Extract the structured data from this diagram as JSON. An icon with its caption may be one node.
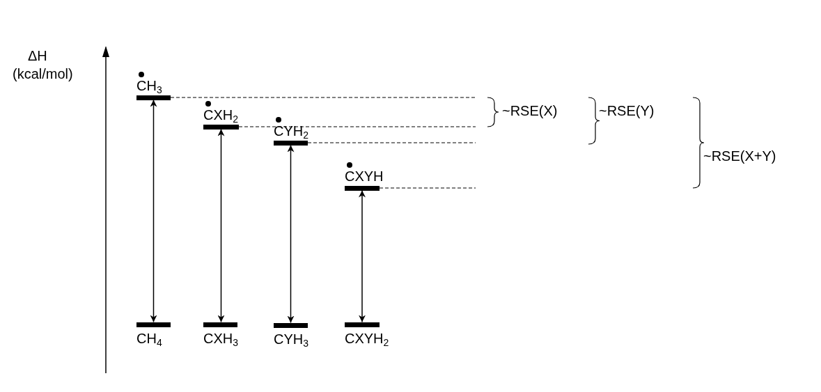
{
  "diagram": {
    "nodes": [
      {
        "text": [
          "CH$_{3}$"
        ]
      },
      {
        "text": [
          "CXH$_{2}$"
        ]
      },
      {
        "text": [
          "CYH$_{2}$"
        ]
      },
      {
        "text": [
          "CXYH"
        ]
      },
      {
        "text": [
          "CH$_{4}$"
        ]
      },
      {
        "text": [
          "CXH$_{3}$"
        ]
      },
      {
        "text": [
          "CYH$_{3}$"
        ]
      },
      {
        "text": [
          "CXYH$_{2}$"
        ]
      }
    ],
    "edges": [
      {
        "from": 0,
        "to": 4,
        "arrow": "both"
      },
      {
        "from": 1,
        "to": 5,
        "arrow": "both"
      },
      {
        "from": 2,
        "to": 6,
        "arrow": "both"
      },
      {
        "from": 3,
        "to": 7,
        "arrow": "both"
      }
    ],
    "labels": [
      "ΔH",
      "(kcal/mol)",
      "~RSE(X)",
      "~RSE(Y)",
      "~RSE(X+Y)"
    ]
  }
}
